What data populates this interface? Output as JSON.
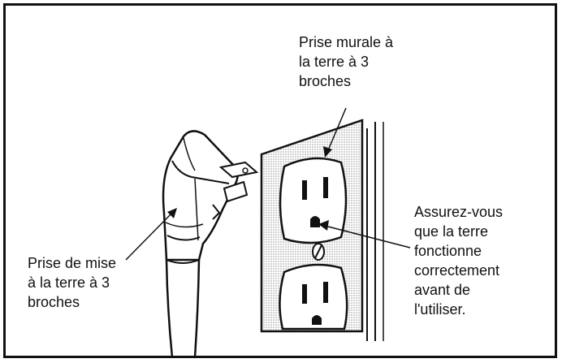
{
  "labels": {
    "wall_outlet": "Prise murale à\nla terre à 3\nbroches",
    "ground_check": "Assurez-vous\nque la terre\nfonctionne\ncorrectement\navant de\nl'utiliser.",
    "plug": "Prise de mise\nà la terre à 3\nbroches"
  },
  "illustration": {
    "line_color": "#111111",
    "plate_color": "#ffffff",
    "wall_hatch": "gray stipple shading"
  }
}
